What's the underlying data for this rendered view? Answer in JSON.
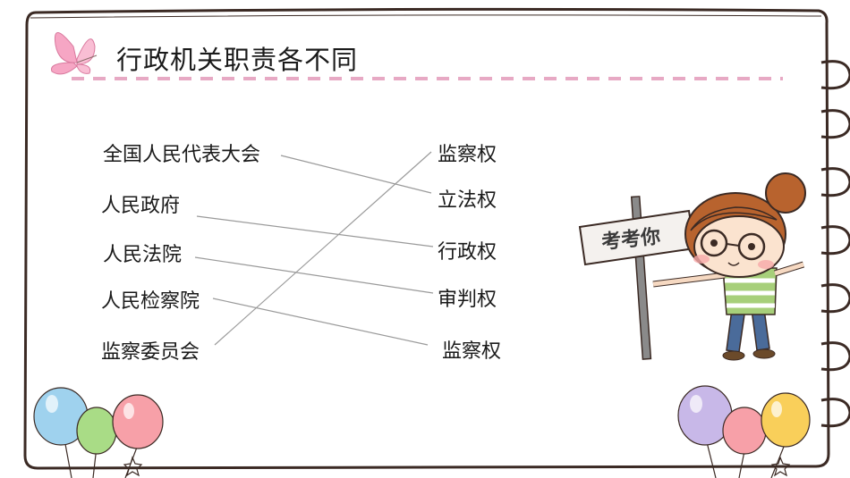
{
  "title": "行政机关职责各不同",
  "left_items": [
    "全国人民代表大会",
    "人民政府",
    "人民法院",
    "人民检察院",
    "监察委员会"
  ],
  "right_items": [
    "监察权",
    "立法权",
    "行政权",
    "审判权",
    "监察权"
  ],
  "sign_text": "考考你",
  "colors": {
    "border": "#3b2a24",
    "dash": "#e7a9c4",
    "butterfly": "#f6a6c4",
    "balloon_blue": "#9fd2ee",
    "balloon_green": "#a9dc86",
    "balloon_pink": "#f7a0a8",
    "balloon_purple": "#c8b8e8",
    "balloon_yellow": "#f9cf5a"
  }
}
